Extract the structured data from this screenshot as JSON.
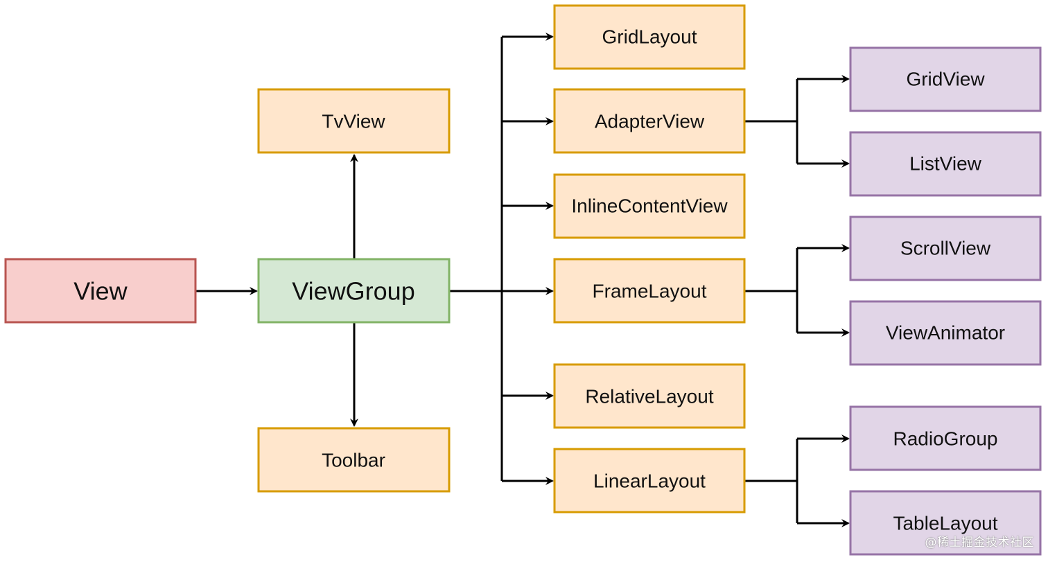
{
  "nodes": {
    "view": "View",
    "viewgroup": "ViewGroup",
    "tvview": "TvView",
    "toolbar": "Toolbar",
    "gridlayout": "GridLayout",
    "adapterview": "AdapterView",
    "inlinecontentview": "InlineContentView",
    "framelayout": "FrameLayout",
    "relativelayout": "RelativeLayout",
    "linearlayout": "LinearLayout",
    "gridview": "GridView",
    "listview": "ListView",
    "scrollview": "ScrollView",
    "viewanimator": "ViewAnimator",
    "radiogroup": "RadioGroup",
    "tablelayout": "TableLayout"
  },
  "watermark": "@稀土掘金技术社区",
  "colors": {
    "root_fill": "#f8cecc",
    "root_stroke": "#b85450",
    "group_fill": "#d5e8d4",
    "group_stroke": "#82b366",
    "child_fill": "#ffe6cc",
    "child_stroke": "#d79b00",
    "leaf_fill": "#e1d5e7",
    "leaf_stroke": "#9673a6"
  }
}
